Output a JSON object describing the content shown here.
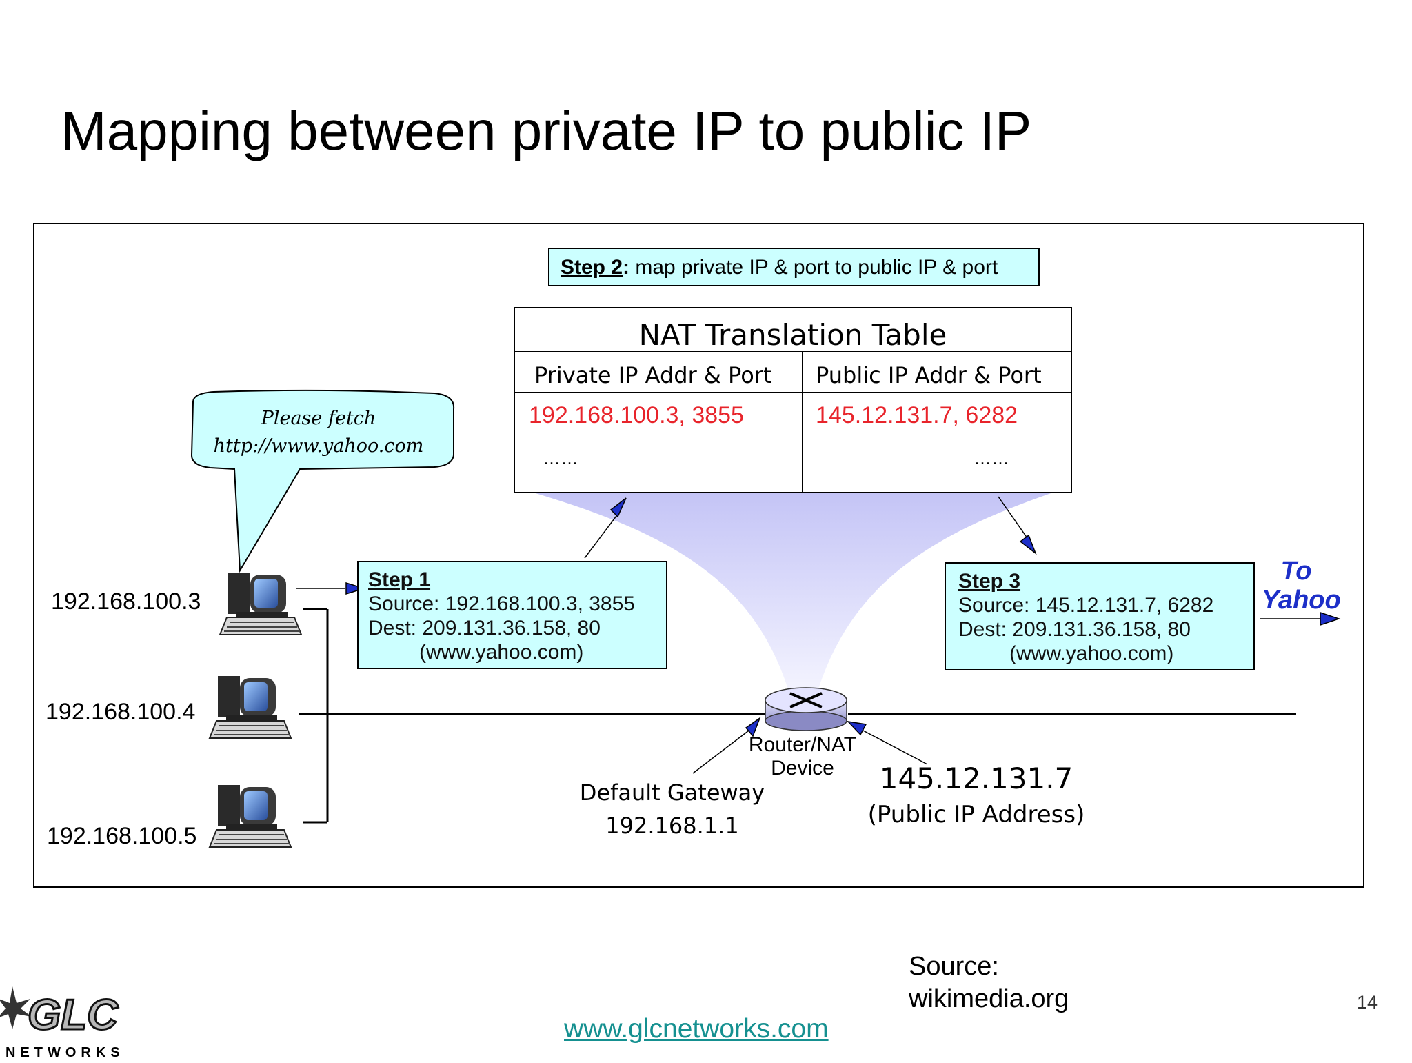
{
  "slide": {
    "title": "Mapping between private IP to public IP",
    "page_number": "14",
    "source_label": "Source:",
    "source_value": "wikimedia.org",
    "website": "www.glcnetworks.com",
    "logo_text": "GLC",
    "logo_subtext": "NETWORKS"
  },
  "diagram": {
    "step2": {
      "label": "Step 2",
      "colon": ":",
      "text": " map private IP & port to public IP & port"
    },
    "nat_table": {
      "title": "NAT Translation Table",
      "headers": [
        "Private IP Addr & Port",
        "Public IP Addr & Port"
      ],
      "rows": [
        [
          "192.168.100.3, 3855",
          "145.12.131.7, 6282"
        ],
        [
          "……",
          "……"
        ]
      ]
    },
    "bubble": {
      "line1": "Please fetch",
      "line2": "http://www.yahoo.com"
    },
    "hosts": [
      "192.168.100.3",
      "192.168.100.4",
      "192.168.100.5"
    ],
    "step1": {
      "label": "Step 1",
      "source": "Source: 192.168.100.3, 3855",
      "dest": "Dest: 209.131.36.158, 80",
      "host": "(www.yahoo.com)"
    },
    "step3": {
      "label": "Step 3",
      "source": "Source: 145.12.131.7, 6282",
      "dest": "Dest: 209.131.36.158, 80",
      "host": "(www.yahoo.com)"
    },
    "to_yahoo": {
      "line1": "To",
      "line2": "Yahoo"
    },
    "router": {
      "line1": "Router/NAT",
      "line2": "Device"
    },
    "gateway": {
      "line1": "Default Gateway",
      "line2": "192.168.1.1"
    },
    "public": {
      "ip": "145.12.131.7",
      "label": "(Public IP Address)"
    }
  },
  "colors": {
    "box_fill": "#ccffff",
    "arrow_blue": "#1d2fc8",
    "table_red": "#e8242b",
    "link_teal": "#159090",
    "glow": "#c8c8f8"
  },
  "icons": [
    "computer-icon",
    "router-icon",
    "speech-bubble"
  ]
}
